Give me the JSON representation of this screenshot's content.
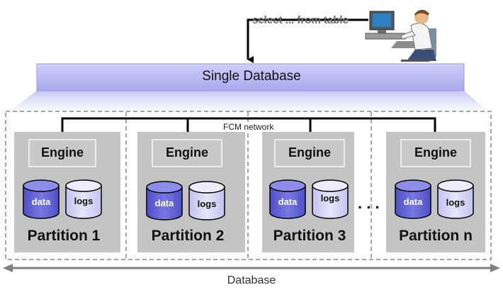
{
  "query_label": "select ... from table",
  "single_database_label": "Single Database",
  "network_label": "FCM network",
  "bottom_label": "Database",
  "ellipsis": ". . .",
  "partitions": [
    {
      "engine": "Engine",
      "data": "data",
      "logs": "logs",
      "name": "Partition 1"
    },
    {
      "engine": "Engine",
      "data": "data",
      "logs": "logs",
      "name": "Partition 2"
    },
    {
      "engine": "Engine",
      "data": "data",
      "logs": "logs",
      "name": "Partition 3"
    },
    {
      "engine": "Engine",
      "data": "data",
      "logs": "logs",
      "name": "Partition n"
    }
  ],
  "colors": {
    "database_bar": "#b8b8f2",
    "partition_box": "#c4c4c4",
    "data_cylinder": "#6464d8",
    "logs_cylinder": "#d2d2f4"
  }
}
